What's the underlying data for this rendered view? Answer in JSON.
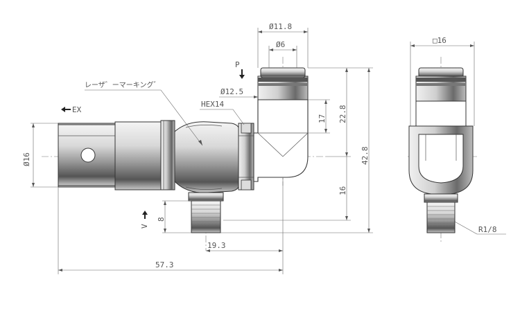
{
  "dimensions": {
    "outer_diameter_top": "Ø11.8",
    "tube_diameter": "Ø6",
    "square_size": "□16",
    "body_diameter": "Ø12.5",
    "hex": "HEX14",
    "height_17": "17",
    "height_22_8": "22.8",
    "height_42_8": "42.8",
    "left_diameter": "Ø16",
    "center_16": "16",
    "thread_length": "8",
    "offset_19_3": "19.3",
    "length_57_3": "57.3",
    "thread": "R1/8"
  },
  "labels": {
    "port_p": "P",
    "port_ex": "EX",
    "port_v": "V",
    "laser_marking": "レーザ゛ーマーキング゛"
  }
}
